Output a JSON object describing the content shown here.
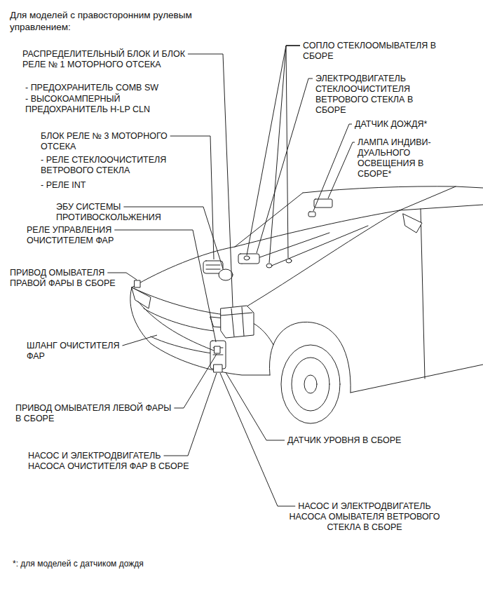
{
  "diagram": {
    "title": "Для моделей с правосторонним рулевым управлением:",
    "caption": "*: для моделей с датчиком дождя",
    "labels": [
      "РАСПРЕДЕЛИТЕЛЬНЫЙ БЛОК И БЛОК РЕЛЕ № 1 МОТОРНОГО ОТСЕКА",
      "- ПРЕДОХРАНИТЕЛЬ COMB SW",
      "- ВЫСОКОАМПЕРНЫЙ ПРЕДОХРАНИТЕЛЬ H-LP CLN",
      "БЛОК РЕЛЕ № 3 МОТОРНОГО ОТСЕКА",
      "- РЕЛЕ СТЕКЛООЧИСТИТЕЛЯ ВЕТРОВОГО СТЕКЛА",
      "- РЕЛЕ INT",
      "ЭБУ СИСТЕМЫ ПРОТИВОСКОЛЬЖЕНИЯ",
      "РЕЛЕ УПРАВЛЕНИЯ ОЧИСТИТЕЛЕМ ФАР",
      "ПРИВОД ОМЫВАТЕЛЯ ПРАВОЙ ФАРЫ В СБОРЕ",
      "ШЛАНГ ОЧИСТИТЕЛЯ ФАР",
      "ПРИВОД ОМЫВАТЕЛЯ ЛЕВОЙ ФАРЫ В СБОРЕ",
      "НАСОС И ЭЛЕКТРОДВИГАТЕЛЬ НАСОСА ОЧИСТИТЕЛЯ ФАР В СБОРЕ",
      "СОПЛО СТЕКЛООМЫВАТЕЛЯ В СБОРЕ",
      "ЭЛЕКТРОДВИГАТЕЛЬ СТЕКЛООЧИСТИТЕЛЯ ВЕТРОВОГО СТЕКЛА В СБОРЕ",
      "ДАТЧИК ДОЖДЯ*",
      "ЛАМПА ИНДИВИ- ДУАЛЬНОГО ОСВЕЩЕНИЯ В СБОРЕ*",
      "ДАТЧИК УРОВНЯ В СБОРЕ",
      "НАСОС И ЭЛЕКТРОДВИГАТЕЛЬ НАСОСА ОМЫВАТЕЛЯ ВЕТРОВОГО СТЕКЛА В СБОРЕ"
    ]
  }
}
